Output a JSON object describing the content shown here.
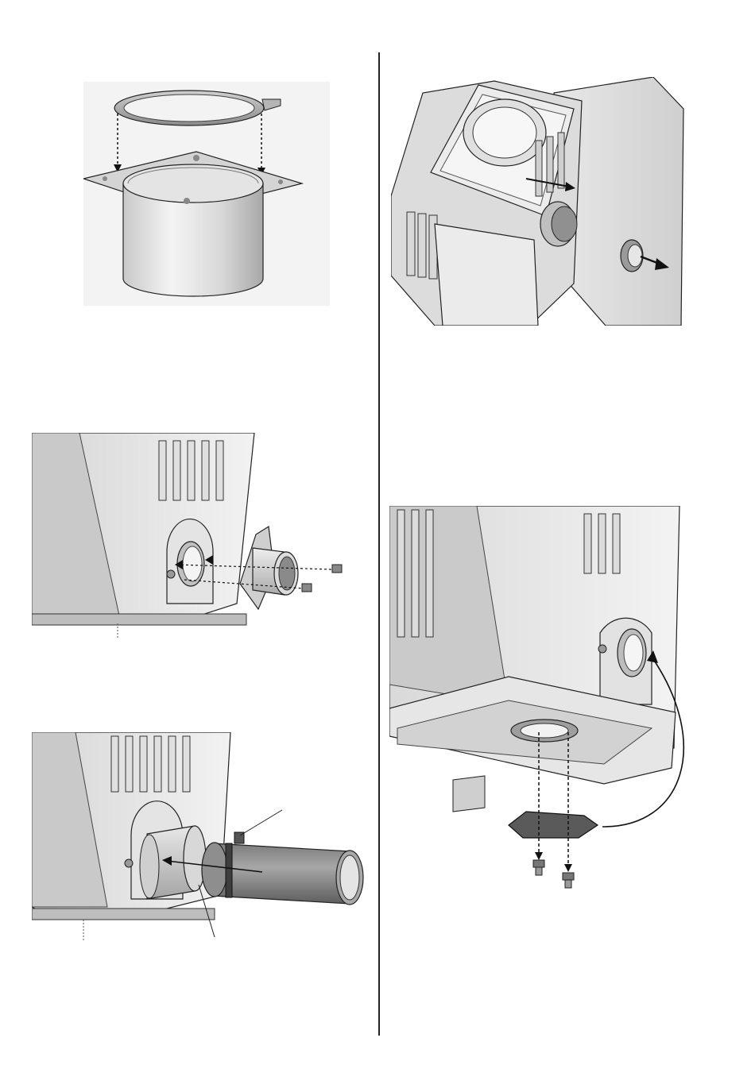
{
  "page": {
    "background": "#ffffff"
  },
  "figures": [
    {
      "id": "fig-flue-adapter-gasket",
      "icon": "gasket-and-flue-collar-illustration"
    },
    {
      "id": "fig-stove-top-flue-removal",
      "icon": "stove-rear-flue-exit-illustration"
    },
    {
      "id": "fig-rear-flue-collar-attach",
      "icon": "rear-flue-collar-bolts-illustration"
    },
    {
      "id": "fig-rear-flue-pipe-insert",
      "icon": "flue-pipe-with-clamp-illustration"
    },
    {
      "id": "fig-base-cover-plate-move",
      "icon": "base-cover-plate-relocation-illustration"
    }
  ],
  "colors": {
    "line": "#1a1a1a",
    "metal_light": "#e6e6e6",
    "metal_mid": "#bdbdbd",
    "metal_dark": "#6f6f6f",
    "panel": "#f2f2f2"
  }
}
